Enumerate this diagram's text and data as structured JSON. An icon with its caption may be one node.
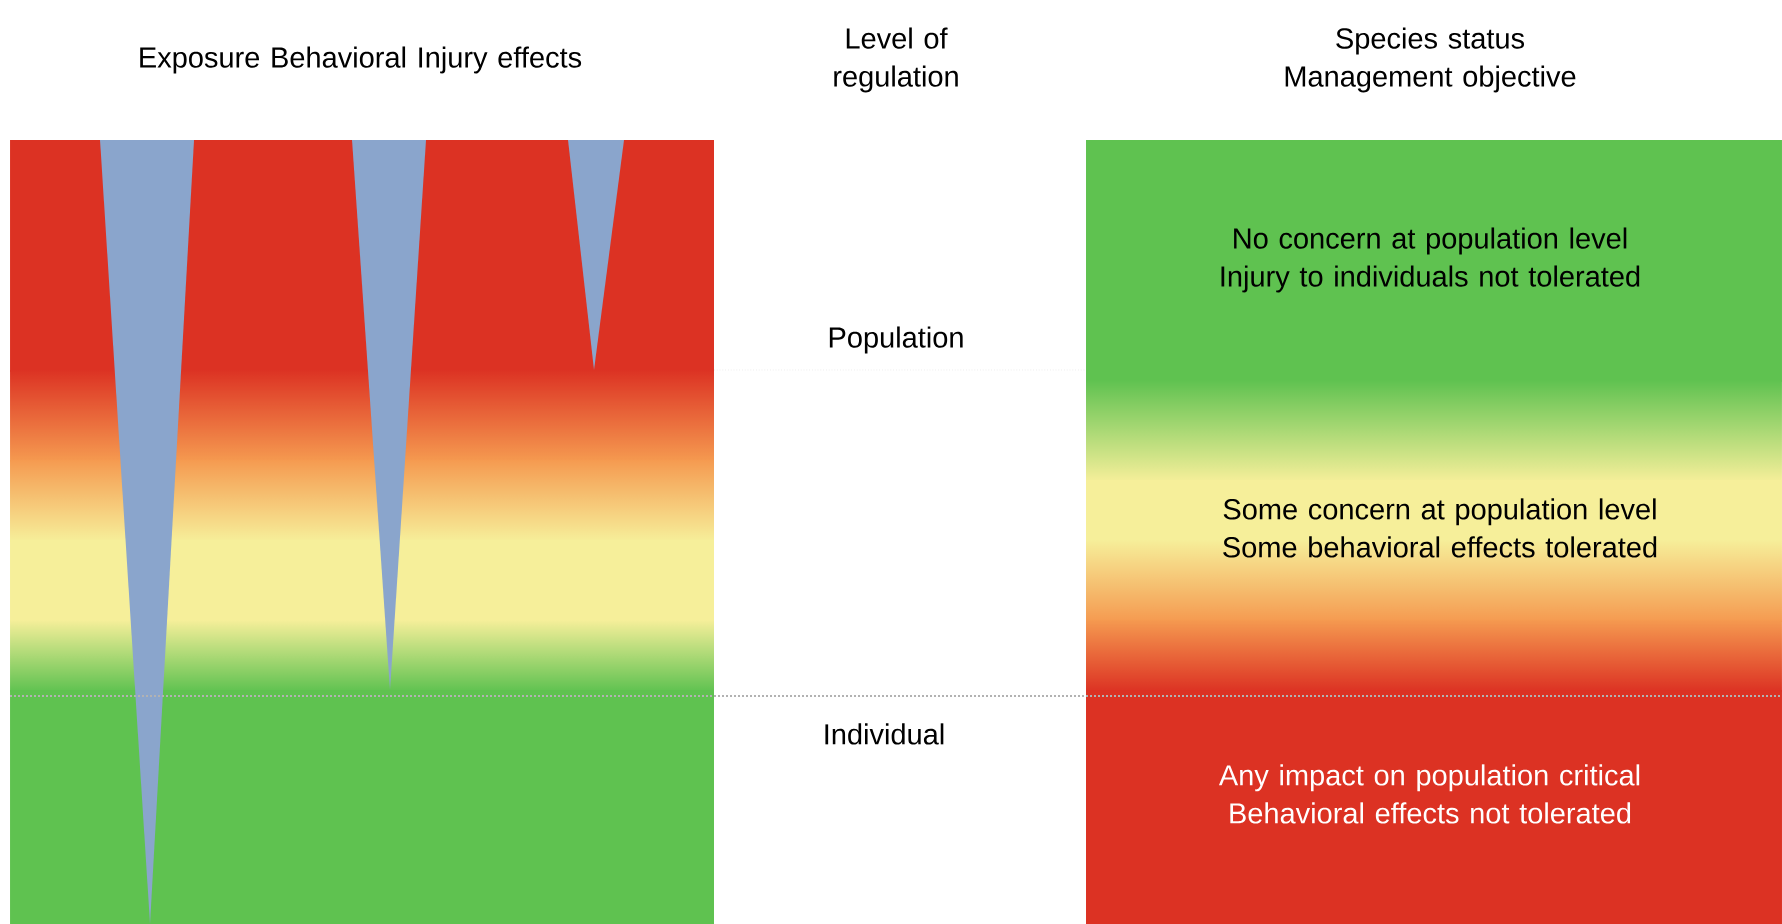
{
  "diagram": {
    "nodes": [
      {
        "text": [],
        "shape": "box"
      },
      {
        "text": [
          "No concern at population level Injury to individuals not tolerated",
          "Some concern at population level Some behavioral effects tolerated",
          "Any impact on population critical Behavioral effects not tolerated"
        ]
      }
    ],
    "labels": [
      "Exposure Behavioral Injury effects",
      "Level of regulation",
      "Species status Management objective",
      "Population",
      "Individual"
    ]
  }
}
